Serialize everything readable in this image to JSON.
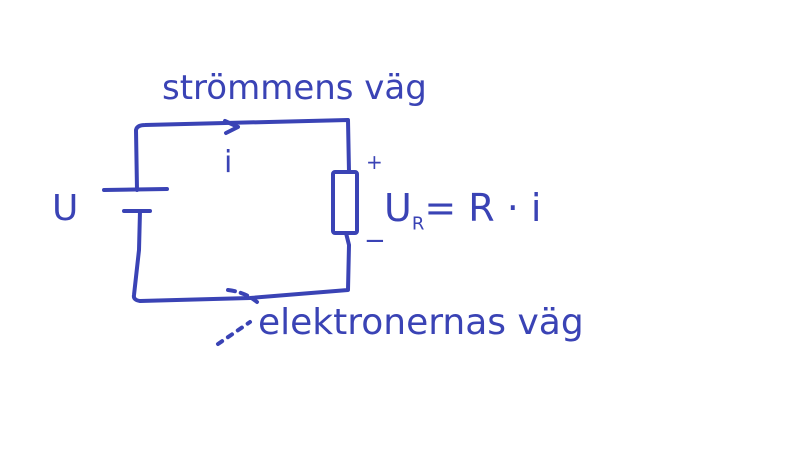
{
  "diagram": {
    "title_top": "strömmens väg",
    "title_bottom": "elektronernas väg",
    "source_label": "U",
    "current_label": "i",
    "plus_label": "+",
    "minus_label": "−",
    "ohm_law_u": "U",
    "ohm_law_sub": "R",
    "ohm_law_rest": "= R · i",
    "ink_color": "#3a43b5"
  }
}
